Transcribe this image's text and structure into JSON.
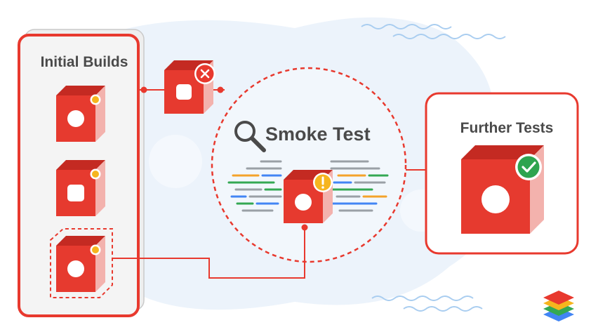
{
  "panels": {
    "initial_builds": {
      "title": "Initial Builds"
    },
    "smoke_test": {
      "title": "Smoke Test"
    },
    "further_tests": {
      "title": "Further Tests"
    }
  },
  "colors": {
    "accent_red": "#e8392e",
    "cube_front": "#e63a2f",
    "cube_top": "#c42a22",
    "cube_side": "#f3b2ad",
    "badge_yellow": "#f6b51e",
    "badge_green": "#2ea44f",
    "panel_fill": "#f4f4f4",
    "background_cloud": "#e8f1fb",
    "code_green": "#34a853",
    "code_blue": "#4285f4",
    "code_orange": "#f4a32b",
    "code_gray": "#9aa0a6"
  },
  "icons": {
    "build_status": "dot-badge",
    "rejected": "x-badge",
    "warning": "exclamation-badge",
    "passed": "check-badge",
    "search": "magnifier",
    "logo": "layer-stack"
  }
}
